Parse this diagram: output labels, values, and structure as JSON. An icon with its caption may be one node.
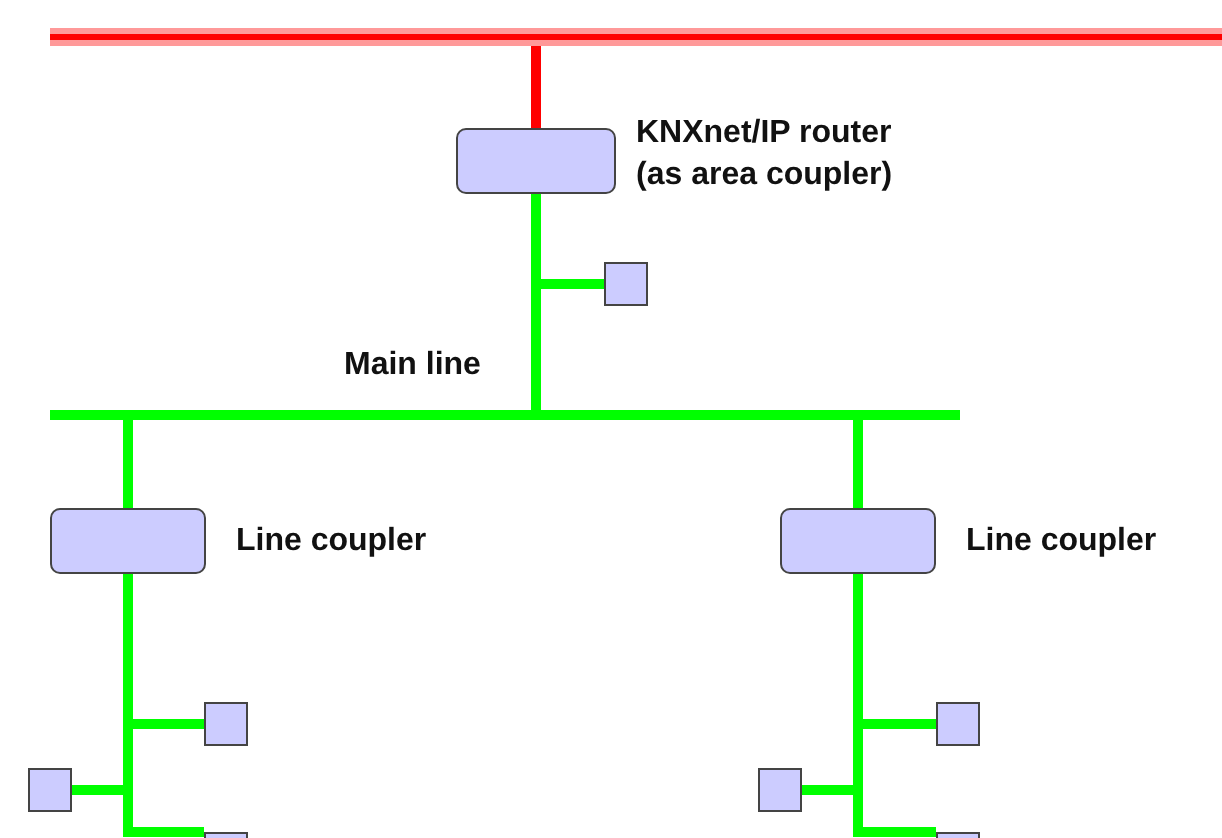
{
  "diagram": {
    "nodes": [
      {
        "text": [],
        "shape": "bar"
      },
      {
        "text": [
          "KNXnet/IP router (as area coupler)"
        ]
      },
      {
        "text": [],
        "shape": "box"
      },
      {
        "text": [
          "Main line"
        ]
      },
      {
        "text": [
          "Line coupler"
        ]
      },
      {
        "text": [
          "Line coupler"
        ]
      },
      {
        "text": [],
        "shape": "box"
      },
      {
        "text": [],
        "shape": "box"
      },
      {
        "text": [],
        "shape": "box"
      },
      {
        "text": [],
        "shape": "box"
      },
      {
        "text": [],
        "shape": "box"
      },
      {
        "text": [],
        "shape": "box"
      }
    ],
    "edges": [
      {
        "from": 0,
        "to": 1,
        "arrow": "none",
        "color": "#ff0000"
      },
      {
        "from": 1,
        "to": 3,
        "arrow": "none"
      },
      {
        "from": 1,
        "to": 2,
        "arrow": "none"
      },
      {
        "from": 3,
        "to": 4,
        "arrow": "none"
      },
      {
        "from": 3,
        "to": 5,
        "arrow": "none"
      },
      {
        "from": 4,
        "to": 6,
        "arrow": "none"
      },
      {
        "from": 4,
        "to": 7,
        "arrow": "none"
      },
      {
        "from": 4,
        "to": 8,
        "arrow": "none"
      },
      {
        "from": 5,
        "to": 9,
        "arrow": "none"
      },
      {
        "from": 5,
        "to": 10,
        "arrow": "none"
      },
      {
        "from": 5,
        "to": 11,
        "arrow": "none"
      }
    ]
  }
}
